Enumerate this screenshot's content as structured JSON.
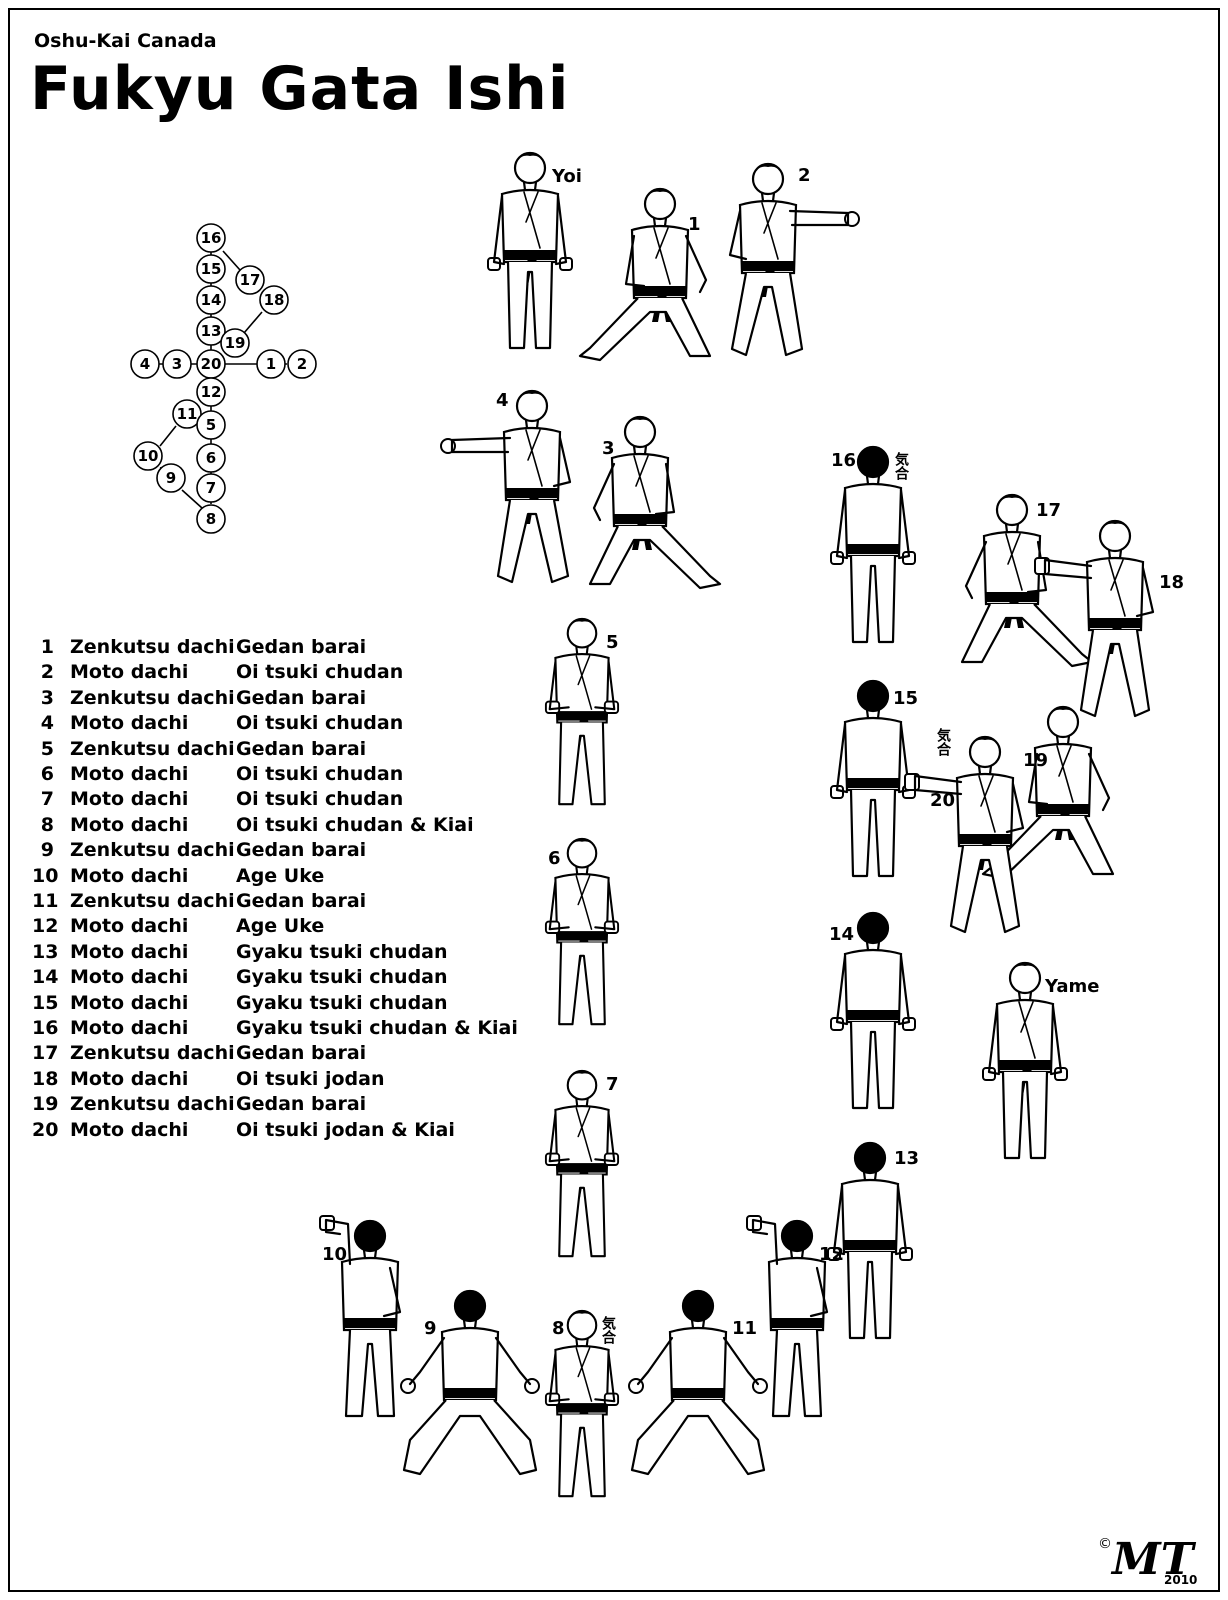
{
  "header": {
    "organization": "Oshu-Kai Canada",
    "title": "Fukyu Gata Ishi"
  },
  "steps": [
    {
      "num": "1",
      "stance": "Zenkutsu dachi",
      "technique": "Gedan barai"
    },
    {
      "num": "2",
      "stance": "Moto dachi",
      "technique": "Oi tsuki chudan"
    },
    {
      "num": "3",
      "stance": "Zenkutsu dachi",
      "technique": "Gedan barai"
    },
    {
      "num": "4",
      "stance": "Moto dachi",
      "technique": "Oi tsuki chudan"
    },
    {
      "num": "5",
      "stance": "Zenkutsu dachi",
      "technique": "Gedan barai"
    },
    {
      "num": "6",
      "stance": "Moto dachi",
      "technique": "Oi tsuki chudan"
    },
    {
      "num": "7",
      "stance": "Moto dachi",
      "technique": "Oi tsuki chudan"
    },
    {
      "num": "8",
      "stance": "Moto dachi",
      "technique": "Oi tsuki chudan & Kiai"
    },
    {
      "num": "9",
      "stance": "Zenkutsu dachi",
      "technique": "Gedan barai"
    },
    {
      "num": "10",
      "stance": "Moto dachi",
      "technique": "Age Uke"
    },
    {
      "num": "11",
      "stance": "Zenkutsu dachi",
      "technique": "Gedan barai"
    },
    {
      "num": "12",
      "stance": "Moto dachi",
      "technique": "Age Uke"
    },
    {
      "num": "13",
      "stance": "Moto dachi",
      "technique": "Gyaku tsuki chudan"
    },
    {
      "num": "14",
      "stance": "Moto dachi",
      "technique": "Gyaku tsuki chudan"
    },
    {
      "num": "15",
      "stance": "Moto dachi",
      "technique": "Gyaku tsuki chudan"
    },
    {
      "num": "16",
      "stance": "Moto dachi",
      "technique": "Gyaku tsuki chudan & Kiai"
    },
    {
      "num": "17",
      "stance": "Zenkutsu dachi",
      "technique": "Gedan barai"
    },
    {
      "num": "18",
      "stance": "Moto dachi",
      "technique": "Oi tsuki jodan"
    },
    {
      "num": "19",
      "stance": "Zenkutsu dachi",
      "technique": "Gedan barai"
    },
    {
      "num": "20",
      "stance": "Moto dachi",
      "technique": "Oi tsuki jodan & Kiai"
    }
  ],
  "embusen": {
    "nodes": [
      "16",
      "15",
      "17",
      "14",
      "18",
      "13",
      "19",
      "4",
      "3",
      "20",
      "1",
      "2",
      "12",
      "11",
      "5",
      "10",
      "6",
      "9",
      "7",
      "8"
    ]
  },
  "figures": [
    {
      "label": "Yoi",
      "view": "front",
      "pose": "ready",
      "kiai": false
    },
    {
      "label": "1",
      "view": "front",
      "pose": "lunge-right",
      "kiai": false
    },
    {
      "label": "2",
      "view": "side",
      "pose": "punch-right",
      "kiai": false
    },
    {
      "label": "4",
      "view": "side",
      "pose": "punch-left",
      "kiai": false
    },
    {
      "label": "3",
      "view": "front",
      "pose": "lunge-left",
      "kiai": false
    },
    {
      "label": "16",
      "view": "back",
      "pose": "stand",
      "kiai": true
    },
    {
      "label": "17",
      "view": "front",
      "pose": "lunge-left",
      "kiai": false
    },
    {
      "label": "18",
      "view": "front",
      "pose": "punch-high",
      "kiai": false
    },
    {
      "label": "5",
      "view": "front",
      "pose": "guard",
      "kiai": false
    },
    {
      "label": "15",
      "view": "back",
      "pose": "stand",
      "kiai": false
    },
    {
      "label": "19",
      "view": "front",
      "pose": "lunge-right",
      "kiai": false
    },
    {
      "label": "20",
      "view": "front",
      "pose": "punch-high",
      "kiai": true
    },
    {
      "label": "6",
      "view": "front",
      "pose": "guard",
      "kiai": false
    },
    {
      "label": "14",
      "view": "back",
      "pose": "stand",
      "kiai": false
    },
    {
      "label": "Yame",
      "view": "front",
      "pose": "ready",
      "kiai": false
    },
    {
      "label": "7",
      "view": "front",
      "pose": "guard",
      "kiai": false
    },
    {
      "label": "13",
      "view": "back",
      "pose": "stand",
      "kiai": false
    },
    {
      "label": "10",
      "view": "back",
      "pose": "block-up",
      "kiai": false
    },
    {
      "label": "12",
      "view": "back",
      "pose": "block-up",
      "kiai": false
    },
    {
      "label": "9",
      "view": "back",
      "pose": "wide",
      "kiai": false
    },
    {
      "label": "8",
      "view": "front",
      "pose": "guard",
      "kiai": true
    },
    {
      "label": "11",
      "view": "back",
      "pose": "wide",
      "kiai": false
    }
  ],
  "kiai_glyph": "気合",
  "signature": {
    "copyright": "©",
    "initials": "MT",
    "year": "2010"
  },
  "colors": {
    "ink": "#000000",
    "paper": "#ffffff",
    "belt": "#000000"
  }
}
